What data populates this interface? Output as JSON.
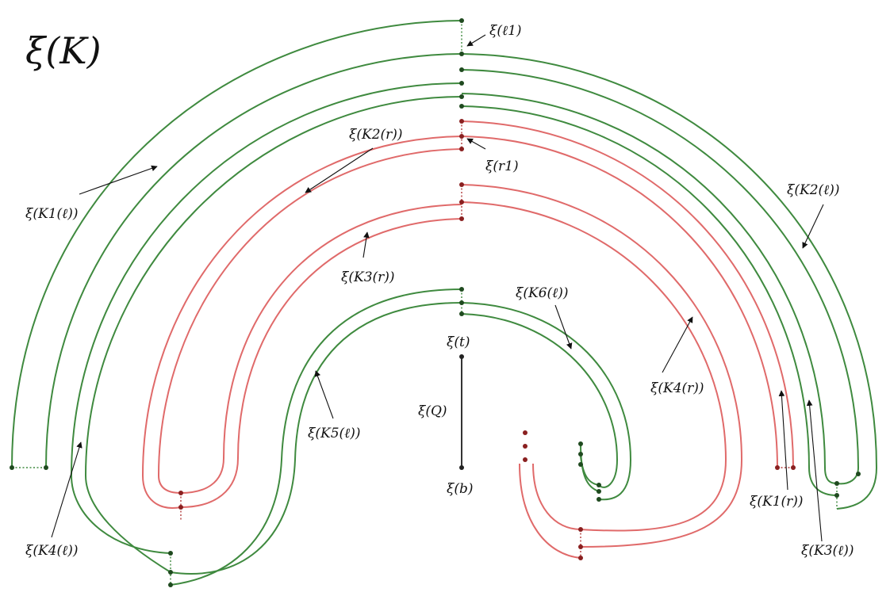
{
  "diagram": {
    "title": "ξ(K)",
    "labels": {
      "l1": "ξ(ℓ1)",
      "r1": "ξ(r1)",
      "t": "ξ(t)",
      "Q": "ξ(Q)",
      "b": "ξ(b)",
      "K1l": "ξ(K1(ℓ))",
      "K2l": "ξ(K2(ℓ))",
      "K3l": "ξ(K3(ℓ))",
      "K4l": "ξ(K4(ℓ))",
      "K5l": "ξ(K5(ℓ))",
      "K6l": "ξ(K6(ℓ))",
      "K1r": "ξ(K1(r))",
      "K2r": "ξ(K2(r))",
      "K3r": "ξ(K3(r))",
      "K4r": "ξ(K4(r))"
    },
    "colors": {
      "left_arcs": "#3f8a3f",
      "right_arcs": "#e06a6a",
      "segment": "#333333"
    }
  }
}
